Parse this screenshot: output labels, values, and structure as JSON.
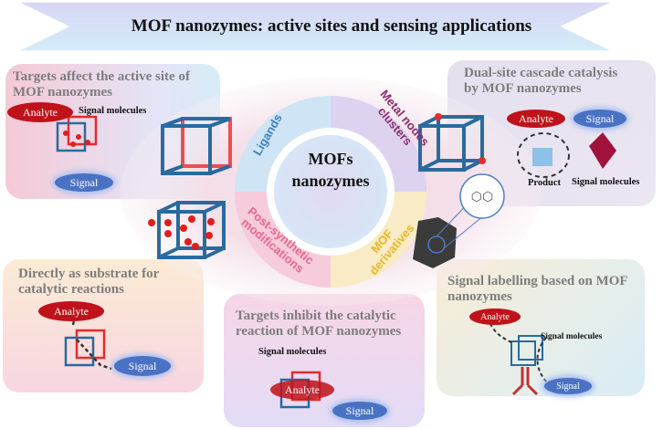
{
  "header": {
    "title": "MOF nanozymes: active sites and sensing applications"
  },
  "center": {
    "title_line1": "MOFs",
    "title_line2": "nanozymes",
    "segments": [
      {
        "label": "Ligands",
        "color": "#3d7fc0"
      },
      {
        "label_line1": "Metal nodes",
        "label_line2": "clusters",
        "color": "#8b2b6e"
      },
      {
        "label_line1": "Post-synthetic",
        "label_line2": "modifications",
        "color": "#e8678a"
      },
      {
        "label_line1": "MOF",
        "label_line2": "derivatives",
        "color": "#e7b824"
      }
    ]
  },
  "panels": {
    "top_left": {
      "title_line1": "Targets affect the active site of",
      "title_line2": "MOF nanozymes",
      "analyte": "Analyte",
      "signal_molecules": "Signal molecules",
      "signal": "Signal"
    },
    "top_right": {
      "title_line1": "Dual-site cascade catalysis",
      "title_line2": "by MOF nanozymes",
      "analyte": "Analyte",
      "signal": "Signal",
      "product": "Product",
      "signal_molecules": "Signal molecules"
    },
    "bottom_left": {
      "title_line1": "Directly as substrate for",
      "title_line2": "catalytic reactions",
      "analyte": "Analyte",
      "signal": "Signal"
    },
    "bottom_center": {
      "title_line1": "Targets inhibit the catalytic",
      "title_line2": "reaction of MOF nanozymes",
      "signal_molecules": "Signal molecules",
      "analyte": "Analyte",
      "signal": "Signal"
    },
    "bottom_right": {
      "title_line1": "Signal labelling based on MOF",
      "title_line2": "nanozymes",
      "analyte": "Analyte",
      "signal_molecules": "Signal molecules",
      "signal": "Signal"
    }
  }
}
